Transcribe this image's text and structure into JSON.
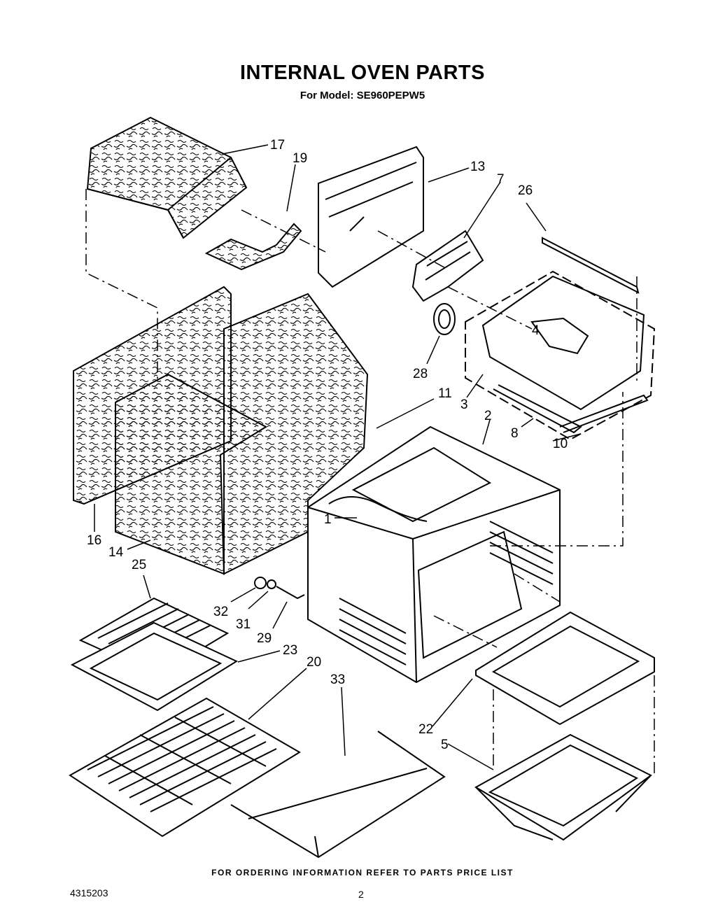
{
  "header": {
    "title": "INTERNAL OVEN PARTS",
    "subtitle": "For Model: SE960PEPW5"
  },
  "callouts": [
    {
      "id": "17",
      "label": "17"
    },
    {
      "id": "19",
      "label": "19"
    },
    {
      "id": "13",
      "label": "13"
    },
    {
      "id": "7",
      "label": "7"
    },
    {
      "id": "26",
      "label": "26"
    },
    {
      "id": "4",
      "label": "4"
    },
    {
      "id": "28",
      "label": "28"
    },
    {
      "id": "3",
      "label": "3"
    },
    {
      "id": "11",
      "label": "11"
    },
    {
      "id": "2",
      "label": "2"
    },
    {
      "id": "8",
      "label": "8"
    },
    {
      "id": "10",
      "label": "10"
    },
    {
      "id": "1",
      "label": "1"
    },
    {
      "id": "16",
      "label": "16"
    },
    {
      "id": "14",
      "label": "14"
    },
    {
      "id": "25",
      "label": "25"
    },
    {
      "id": "32",
      "label": "32"
    },
    {
      "id": "31",
      "label": "31"
    },
    {
      "id": "29",
      "label": "29"
    },
    {
      "id": "23",
      "label": "23"
    },
    {
      "id": "20",
      "label": "20"
    },
    {
      "id": "33",
      "label": "33"
    },
    {
      "id": "22",
      "label": "22"
    },
    {
      "id": "5",
      "label": "5"
    }
  ],
  "footer": {
    "ordering_note": "FOR ORDERING INFORMATION REFER TO PARTS PRICE LIST",
    "document_number": "4315203",
    "page_number": "2"
  }
}
